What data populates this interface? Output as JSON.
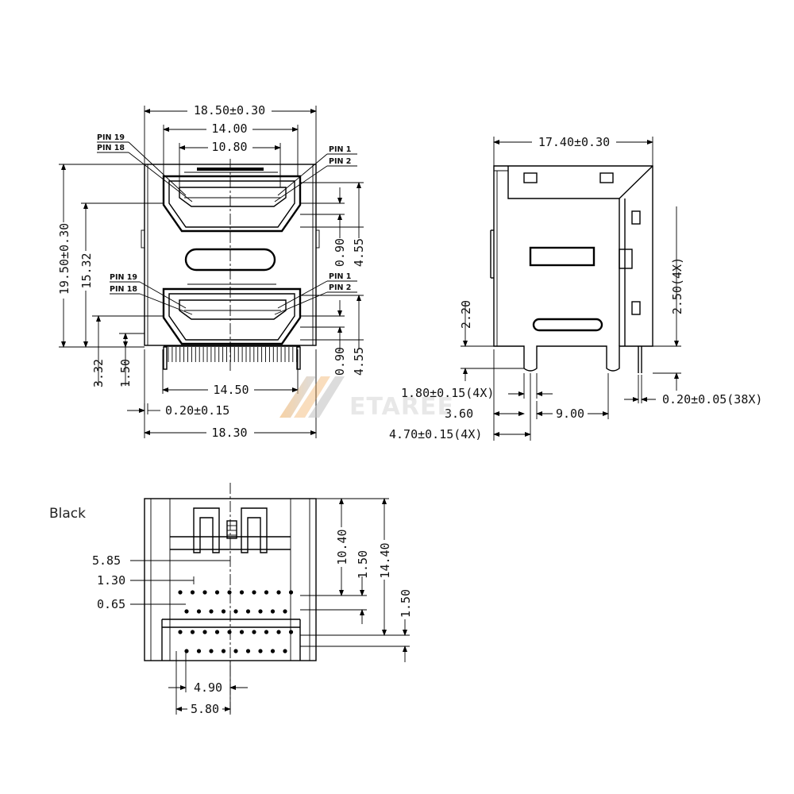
{
  "front_view": {
    "dims": {
      "overall_width": "18.50±0.30",
      "outer_opening": "14.00",
      "inner_opening": "10.80",
      "height_total": "19.50±0.30",
      "height_upper": "15.32",
      "bottom_offset": "3.32",
      "standoff": "1.50",
      "pin_span": "14.50",
      "pin_thickness": "0.20±0.15",
      "base_width": "18.30",
      "upper_gap": "0.90",
      "upper_depth": "4.55",
      "lower_gap": "0.90",
      "lower_depth": "4.55"
    },
    "pin_labels": {
      "top_pin19": "PIN 19",
      "top_pin18": "PIN 18",
      "top_pin1": "PIN 1",
      "top_pin2": "PIN 2",
      "bottom_pin19": "PIN 19",
      "bottom_pin18": "PIN 18",
      "bottom_pin1": "PIN 1",
      "bottom_pin2": "PIN 2"
    }
  },
  "side_view": {
    "dims": {
      "depth": "17.40±0.30",
      "tab_height": "2.20",
      "peg_width": "1.80±0.15(4X)",
      "peg_offset": "3.60",
      "peg_spacing": "9.00",
      "peg_pitch": "4.70±0.15(4X)",
      "tab_len": "2.50(4X)",
      "pin_thk": "0.20±0.05(38X)"
    }
  },
  "bottom_view": {
    "label": "Black",
    "dims": {
      "left_a": "5.85",
      "left_b": "1.30",
      "left_c": "0.65",
      "row_a": "10.40",
      "row_b": "1.50",
      "total": "14.40",
      "row_c": "1.50",
      "pitch_a": "4.90",
      "pitch_b": "5.80"
    }
  },
  "watermark": "ETAREE"
}
